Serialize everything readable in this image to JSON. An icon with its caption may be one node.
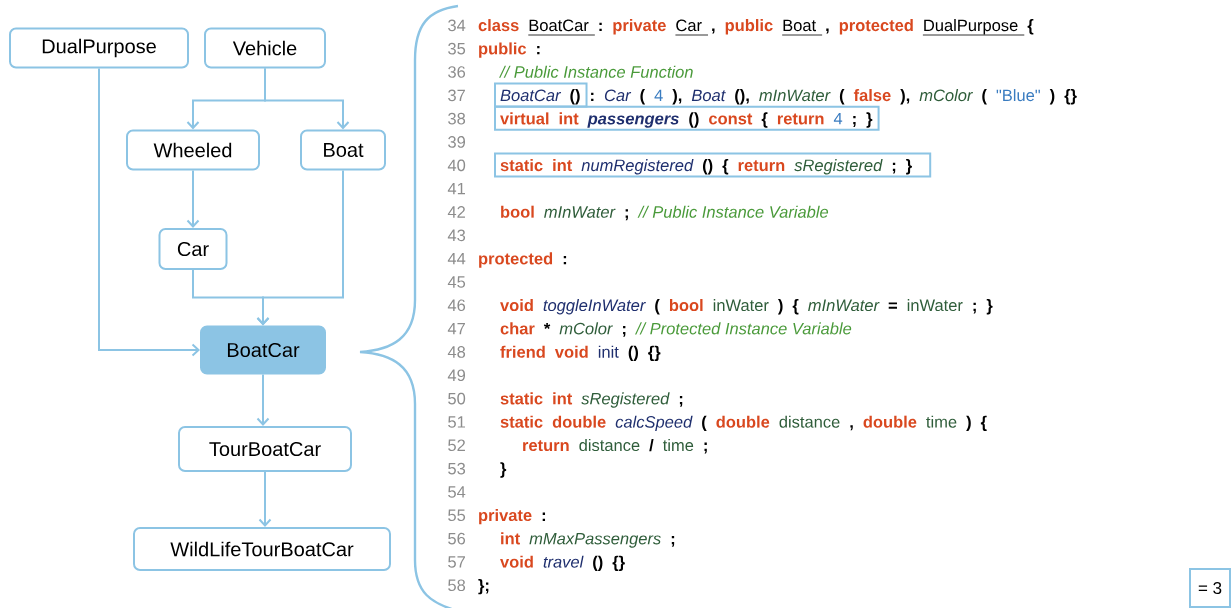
{
  "diagram": {
    "nodes": [
      {
        "text": [
          "DualPurpose"
        ]
      },
      {
        "text": [
          "Vehicle"
        ]
      },
      {
        "text": [
          "Wheeled"
        ]
      },
      {
        "text": [
          "Boat"
        ]
      },
      {
        "text": [
          "Car"
        ]
      },
      {
        "text": [
          "BoatCar"
        ]
      },
      {
        "text": [
          "TourBoatCar"
        ]
      },
      {
        "text": [
          "WildLifeTourBoatCar"
        ]
      },
      {
        "text": [
          "= 3"
        ]
      }
    ],
    "edges": [
      {
        "from": 1,
        "to": 2,
        "arrow": "to"
      },
      {
        "from": 1,
        "to": 3,
        "arrow": "to"
      },
      {
        "from": 2,
        "to": 4,
        "arrow": "to"
      },
      {
        "from": 4,
        "to": 5,
        "arrow": "to"
      },
      {
        "from": 3,
        "to": 5,
        "arrow": "to"
      },
      {
        "from": 0,
        "to": 5,
        "arrow": "to"
      },
      {
        "from": 5,
        "to": 6,
        "arrow": "to"
      },
      {
        "from": 6,
        "to": 7,
        "arrow": "to"
      }
    ],
    "labels": [
      "34",
      "class",
      "BoatCar",
      ":",
      "private",
      "Car",
      ",",
      "public",
      "Boat",
      ",",
      "protected",
      "DualPurpose",
      "{",
      "35",
      "public",
      ":",
      "36",
      "// Public Instance Function",
      "37",
      "BoatCar",
      "()",
      ":",
      "Car",
      "(",
      "4",
      "),",
      "Boat",
      "(),",
      "mInWater",
      "(",
      "false",
      "),",
      "mColor",
      "(",
      "\"Blue\"",
      ")",
      "{}",
      "38",
      "virtual",
      "int",
      "passengers",
      "()",
      "const",
      "{",
      "return",
      "4",
      ";",
      "}",
      "39",
      "40",
      "static",
      "int",
      "numRegistered",
      "()",
      "{",
      "return",
      "sRegistered",
      ";",
      "}",
      "41",
      "42",
      "bool",
      "mInWater",
      ";",
      "// Public Instance Variable",
      "43",
      "44",
      "protected",
      ":",
      "45",
      "46",
      "void",
      "toggleInWater",
      "(",
      "bool",
      "inWater",
      ")",
      "{",
      "mInWater",
      "=",
      "inWater",
      ";",
      "}",
      "47",
      "char",
      "*",
      "mColor",
      ";",
      "// Protected Instance Variable",
      "48",
      "friend",
      "void",
      "init",
      "()",
      "{}",
      "49",
      "50",
      "static",
      "int",
      "sRegistered",
      ";",
      "51",
      "static",
      "double",
      "calcSpeed",
      "(",
      "double",
      "distance",
      ",",
      "double",
      "time",
      ")",
      "{",
      "52",
      "return",
      "distance",
      "/",
      "time",
      ";",
      "53",
      "}",
      "54",
      "55",
      "private",
      ":",
      "56",
      "int",
      "mMaxPassengers",
      ";",
      "57",
      "void",
      "travel",
      "()",
      "{}",
      "58",
      "};"
    ]
  }
}
